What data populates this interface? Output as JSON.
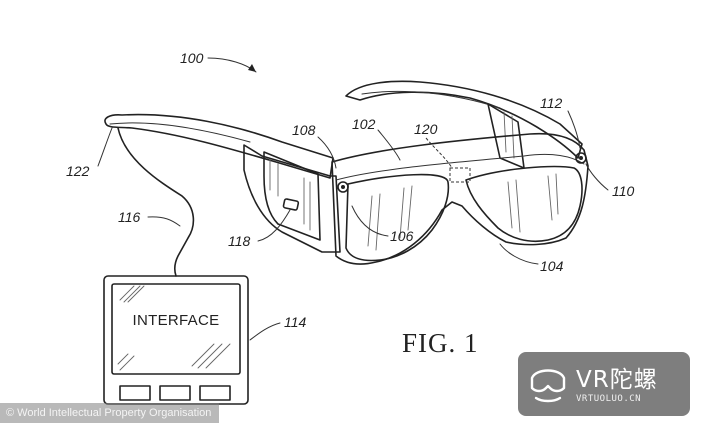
{
  "figure": {
    "title": "FIG. 1",
    "interface_label": "INTERFACE",
    "refs": {
      "system": "100",
      "frame": "102",
      "lens": "104",
      "camera_left": "106",
      "hinge_left": "108",
      "camera_right": "110",
      "hinge_right": "112",
      "interface_device": "114",
      "cable": "116",
      "side_display": "118",
      "sensor": "120",
      "cable_end": "122"
    }
  },
  "watermarks": {
    "credit": "© World Intellectual Property Organisation",
    "logo_text": "VR陀螺",
    "logo_url": "VRTUOLUO.CN"
  }
}
